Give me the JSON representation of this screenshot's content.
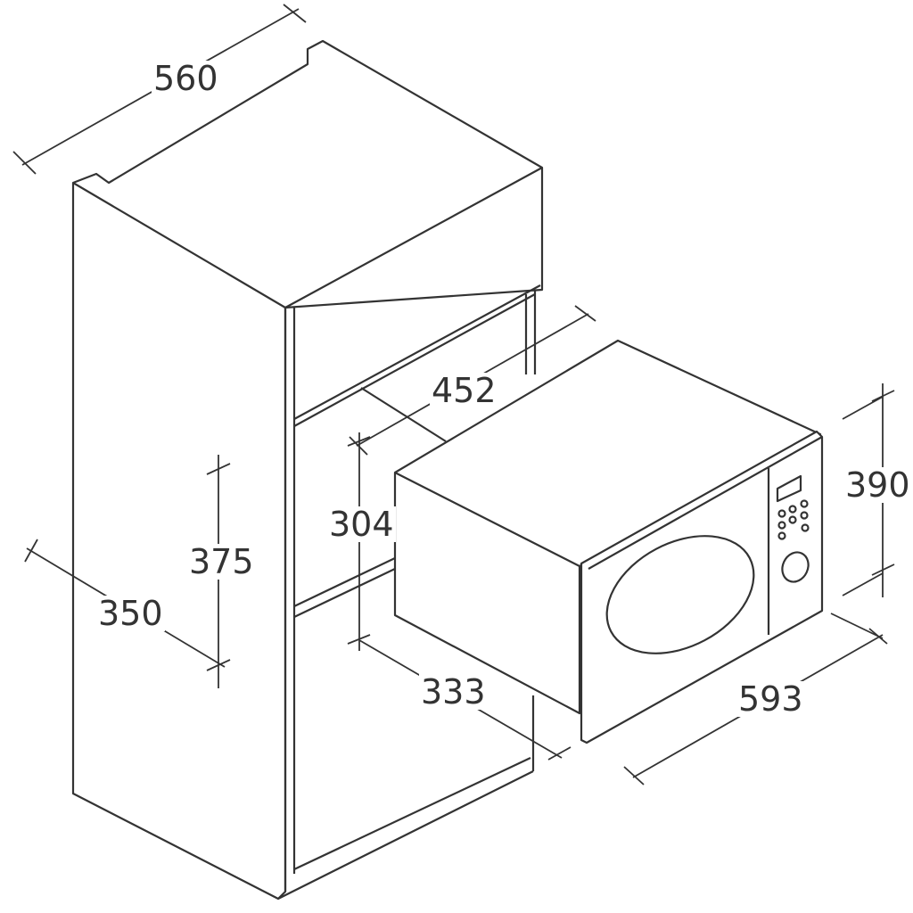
{
  "dimensions": {
    "cabinet_width": "560",
    "niche_depth": "452",
    "niche_height": "304",
    "niche_height_total": "375",
    "cabinet_depth": "350",
    "appliance_depth": "333",
    "appliance_width": "593",
    "appliance_height": "390"
  }
}
